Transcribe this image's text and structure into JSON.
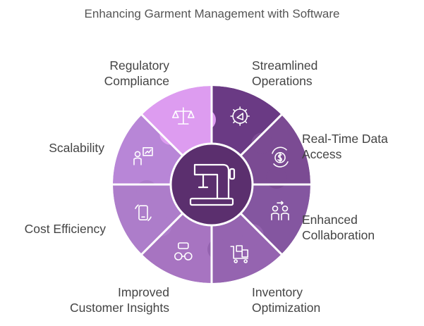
{
  "title": "Enhancing Garment Management with Software",
  "center_icon": "sewing-machine-icon",
  "colors": {
    "background": "#ffffff",
    "center": "#5b2f6e",
    "title_text": "#555555",
    "label_text": "#444444",
    "icon_stroke": "#ffffff"
  },
  "segments": [
    {
      "id": "streamlined-operations",
      "label": [
        "Streamlined",
        "Operations"
      ],
      "icon": "settings-megaphone-icon",
      "color": "#6a3a84"
    },
    {
      "id": "real-time-data-access",
      "label": [
        "Real-Time Data",
        "Access"
      ],
      "icon": "money-cycle-icon",
      "color": "#7b4b93"
    },
    {
      "id": "enhanced-collaboration",
      "label": [
        "Enhanced",
        "Collaboration"
      ],
      "icon": "people-exchange-icon",
      "color": "#8456a0"
    },
    {
      "id": "inventory-optimization",
      "label": [
        "Inventory",
        "Optimization"
      ],
      "icon": "inventory-cart-icon",
      "color": "#9564b0"
    },
    {
      "id": "improved-customer-insights",
      "label": [
        "Improved",
        "Customer Insights"
      ],
      "icon": "customer-chat-icon",
      "color": "#a774c1"
    },
    {
      "id": "cost-efficiency",
      "label": [
        "Cost Efficiency"
      ],
      "icon": "phone-exchange-icon",
      "color": "#ad7dca"
    },
    {
      "id": "scalability",
      "label": [
        "Scalability"
      ],
      "icon": "presenter-chart-icon",
      "color": "#b886d7"
    },
    {
      "id": "regulatory-compliance",
      "label": [
        "Regulatory",
        "Compliance"
      ],
      "icon": "balance-scale-icon",
      "color": "#dd9cf0"
    }
  ]
}
